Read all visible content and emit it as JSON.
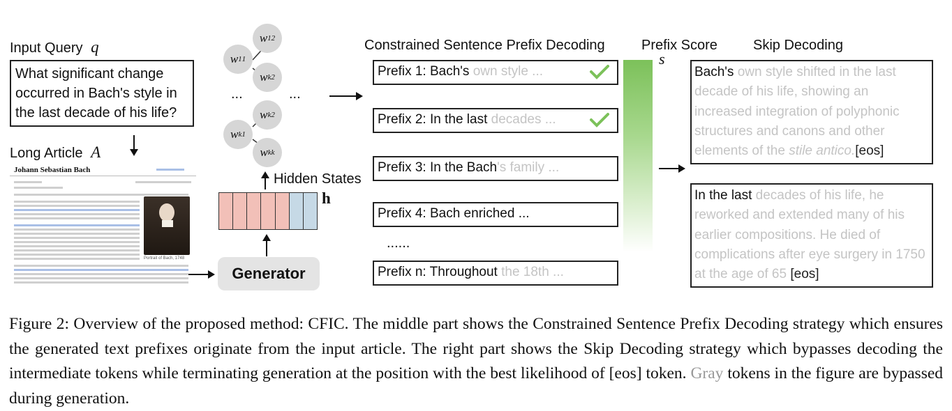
{
  "input_query": {
    "label": "Input Query",
    "var": "q",
    "text": "What significant change occurred in Bach's style in the last decade of his life?"
  },
  "long_article": {
    "label": "Long Article",
    "var": "A",
    "wiki_title": "Johann Sebastian Bach",
    "portrait_caption": "Portrait of Bach, 1748"
  },
  "tree": {
    "nodes": [
      {
        "base": "w",
        "sub": "1",
        "sup": "2"
      },
      {
        "base": "w",
        "sub": "1",
        "sup": "1"
      },
      {
        "base": "w",
        "sub": "k",
        "sup": "2"
      },
      {
        "base": "w",
        "sub": "k",
        "sup": "2"
      },
      {
        "base": "w",
        "sub": "k",
        "sup": "1"
      },
      {
        "base": "w",
        "sub": "k",
        "sup": "k"
      }
    ],
    "dots": "..."
  },
  "hidden_states": {
    "label": "Hidden States",
    "var": "h"
  },
  "generator": {
    "label": "Generator"
  },
  "constrained": {
    "title": "Constrained Sentence Prefix Decoding",
    "prefixes": [
      {
        "black": "Prefix 1: Bach's ",
        "gray": "own style ...",
        "check": true
      },
      {
        "black": "Prefix 2: In the last ",
        "gray": "decades ...",
        "check": true
      },
      {
        "black": "Prefix 3: In the Bach",
        "gray": "'s family ...",
        "check": false
      },
      {
        "black": "Prefix 4: Bach enriched ...",
        "gray": "",
        "check": false
      },
      {
        "black": "Prefix n: Throughout ",
        "gray": "the 18th ...",
        "check": false
      }
    ],
    "ellipsis": "......"
  },
  "prefix_score": {
    "title": "Prefix Score",
    "var": "s"
  },
  "skip_decoding": {
    "title": "Skip Decoding",
    "outputs": [
      {
        "black": "Bach's",
        "gray_a": " own style shifted in the last decade of his life, showing an increased integration of polyphonic structures and canons and other elements of the ",
        "gray_italic": "stile antico.",
        "eos": "[eos]"
      },
      {
        "black": "In the last",
        "gray_a": " decades of his life, he reworked and extended many of his earlier compositions. He died of complications after eye surgery in 1750 at the age of 65 ",
        "gray_italic": "",
        "eos": "[eos]"
      }
    ]
  },
  "caption": {
    "lead": "Figure 2: Overview of the proposed method: CFIC. The middle part shows the Constrained Sentence Prefix Decoding strategy which ensures the generated text prefixes originate from the input article. The right part shows the Skip Decoding strategy which bypasses decoding the intermediate tokens while terminating generation at the position with the best likelihood of [eos] token.",
    "gray_word": "Gray",
    "tail": "tokens in the figure are bypassed during generation."
  },
  "colors": {
    "accent_green": "#7cc15a",
    "bar_red": "#f2c0b8",
    "bar_blue": "#c6d9e6",
    "gray_text": "#c4c4c4"
  }
}
